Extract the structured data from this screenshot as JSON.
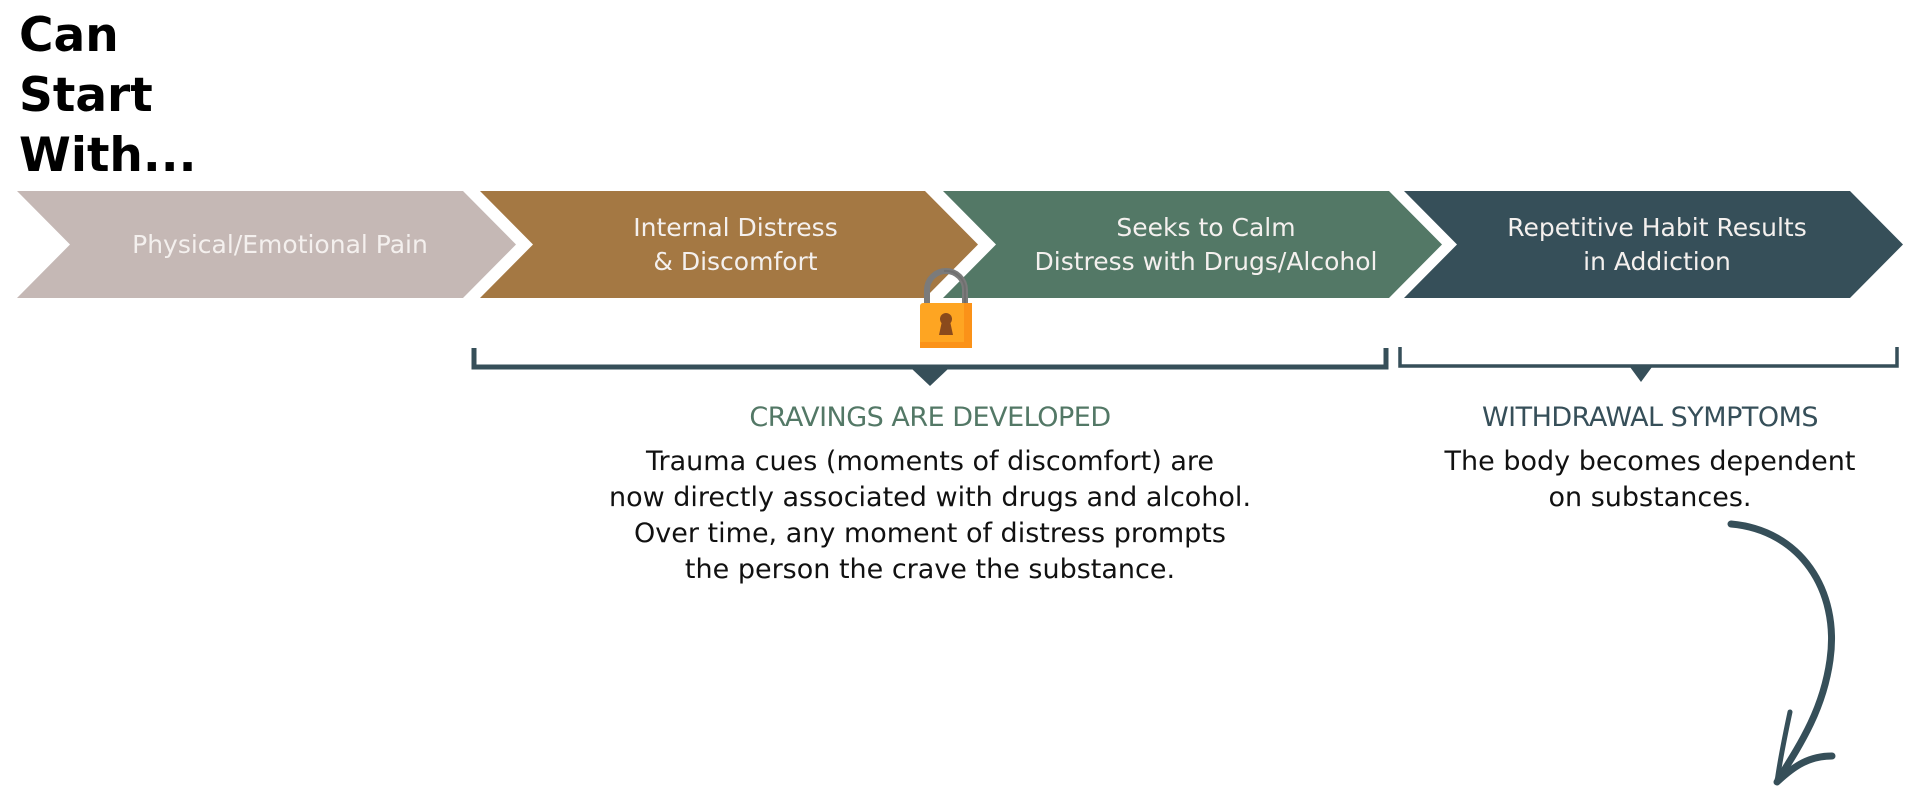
{
  "title": {
    "lines": [
      "Can",
      "Start",
      "With..."
    ]
  },
  "steps": [
    {
      "lines": [
        "Physical/Emotional Pain"
      ],
      "color": "#c5b8b5"
    },
    {
      "lines": [
        "Internal Distress",
        "& Discomfort"
      ],
      "color": "#a47843"
    },
    {
      "lines": [
        "Seeks to Calm",
        "Distress with Drugs/Alcohol"
      ],
      "color": "#537866"
    },
    {
      "lines": [
        "Repetitive Habit Results",
        "in Addiction"
      ],
      "color": "#364f59"
    }
  ],
  "groups": [
    {
      "heading": "CRAVINGS ARE DEVELOPED",
      "heading_color": "#537866",
      "description": [
        "Trauma cues (moments of discomfort) are",
        "now directly associated with drugs and alcohol.",
        "Over time, any moment of distress prompts",
        "the person the crave the substance."
      ]
    },
    {
      "heading": "WITHDRAWAL SYMPTOMS",
      "heading_color": "#364f59",
      "description": [
        "The body becomes dependent",
        "on substances."
      ]
    }
  ],
  "icons": {
    "lock": "padlock-icon",
    "arrow": "curved-arrow-down-icon"
  },
  "colors": {
    "bracket": "#364f59",
    "lock_body": "#fea522",
    "lock_shackle": "#7b7b7b",
    "keyhole": "#8a4a1c"
  }
}
